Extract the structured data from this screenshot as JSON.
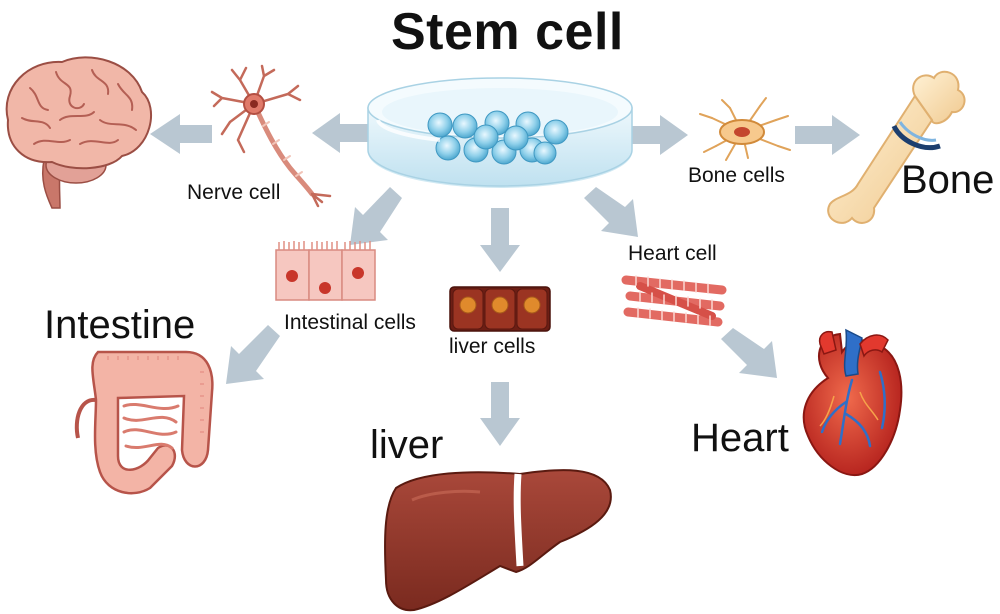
{
  "title": "Stem cell",
  "labels": {
    "nerve_cell": "Nerve cell",
    "bone_cells": "Bone cells",
    "bone": "Bone",
    "intestinal_cells": "Intestinal cells",
    "liver_cells": "liver cells",
    "heart_cell": "Heart cell",
    "intestine": "Intestine",
    "liver": "liver",
    "heart": "Heart"
  },
  "colors": {
    "arrow": "#b9c7d2",
    "tissue_pink": "#f2b7a8",
    "tissue_outline": "#c0645a",
    "liver_brown": "#963a2a",
    "heart_red": "#d8322a",
    "vessel_blue": "#2f6fc8",
    "bone": "#f6dcb0",
    "dish_blue": "#cfe9f5"
  },
  "icons": [
    "brain-icon",
    "neuron-icon",
    "petri-dish-icon",
    "bone-cell-icon",
    "bone-icon",
    "intestinal-cells-icon",
    "liver-cells-icon",
    "heart-cell-icon",
    "intestine-icon",
    "liver-icon",
    "heart-icon"
  ]
}
